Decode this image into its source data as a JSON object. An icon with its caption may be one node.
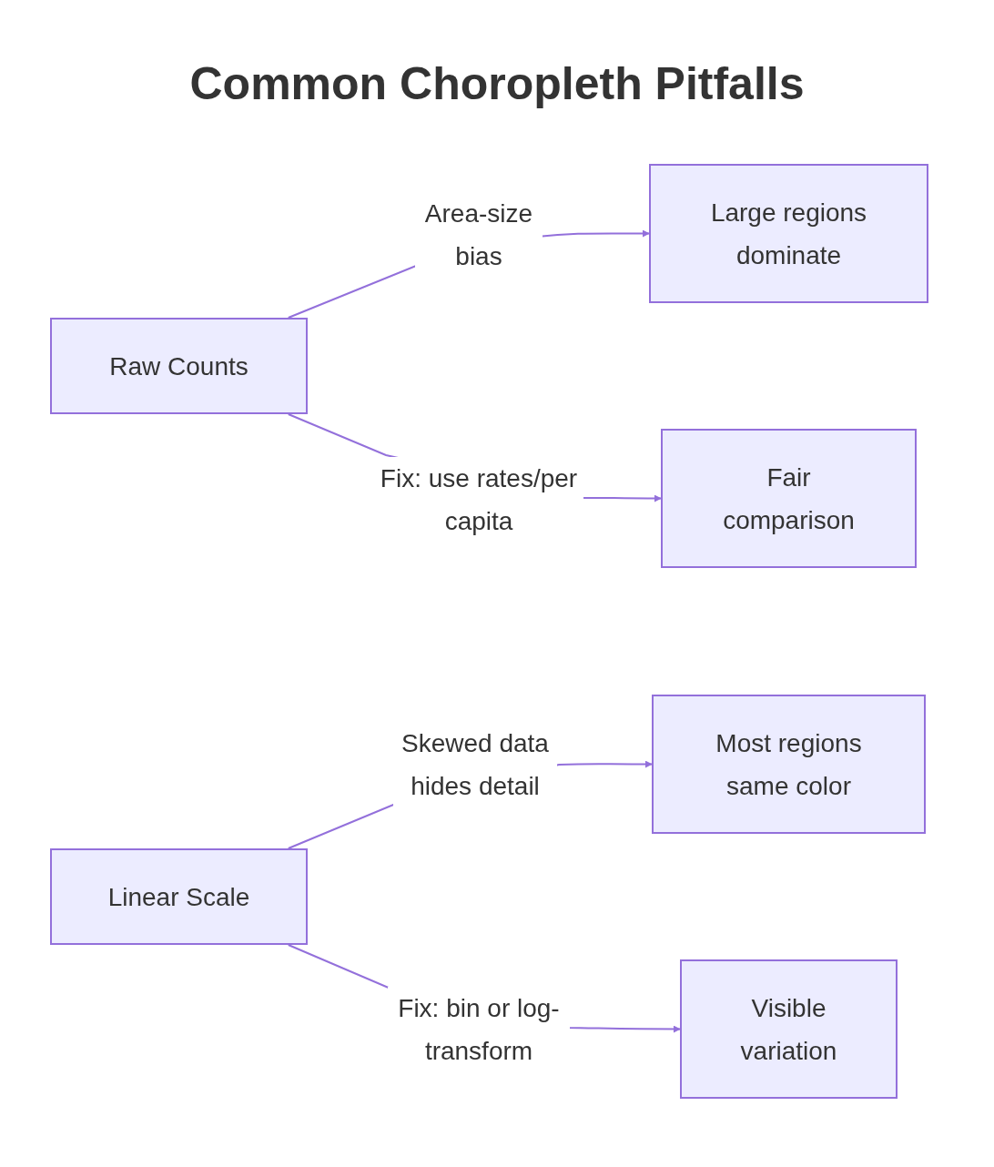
{
  "diagram": {
    "title": "Common Choropleth Pitfalls",
    "nodes": [
      {
        "text": [
          "Raw Counts"
        ]
      },
      {
        "text": [
          "Large regions dominate"
        ]
      },
      {
        "text": [
          "Fair comparison"
        ]
      },
      {
        "text": [
          "Linear Scale"
        ]
      },
      {
        "text": [
          "Most regions same color"
        ]
      },
      {
        "text": [
          "Visible variation"
        ]
      }
    ],
    "edges": [
      {
        "from": 0,
        "to": 1,
        "arrow": "to",
        "label": "Area-size bias"
      },
      {
        "from": 0,
        "to": 2,
        "arrow": "to",
        "label": "Fix: use rates/per capita"
      },
      {
        "from": 3,
        "to": 4,
        "arrow": "to",
        "label": "Skewed data hides detail"
      },
      {
        "from": 3,
        "to": 5,
        "arrow": "to",
        "label": "Fix: bin or log-transform"
      }
    ]
  }
}
